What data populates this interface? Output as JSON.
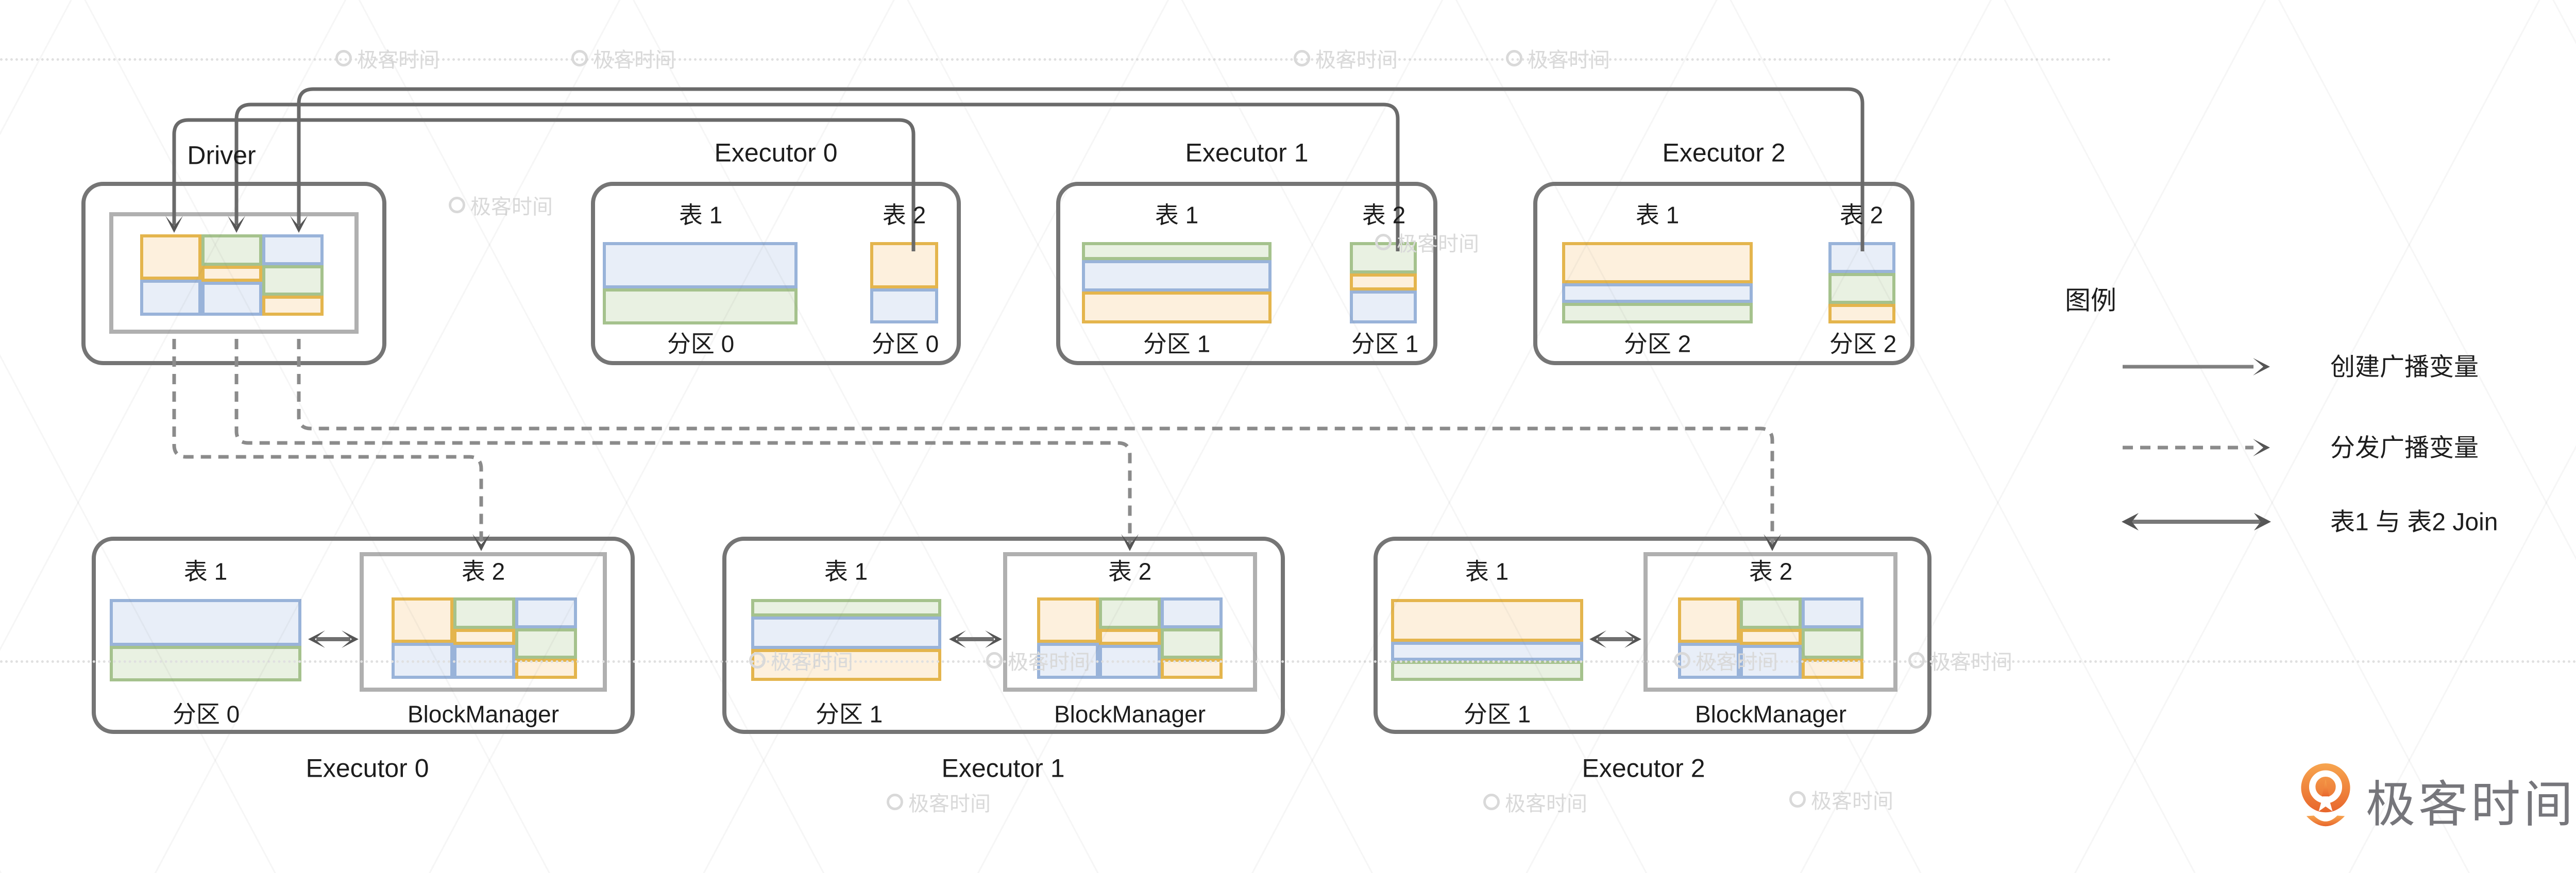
{
  "driver": {
    "title": "Driver"
  },
  "top_executors": [
    {
      "title": "Executor 0",
      "table1_label": "表 1",
      "table2_label": "表 2",
      "partition1_label": "分区 0",
      "partition2_label": "分区 0"
    },
    {
      "title": "Executor 1",
      "table1_label": "表 1",
      "table2_label": "表 2",
      "partition1_label": "分区 1",
      "partition2_label": "分区 1"
    },
    {
      "title": "Executor 2",
      "table1_label": "表 1",
      "table2_label": "表 2",
      "partition1_label": "分区 2",
      "partition2_label": "分区 2"
    }
  ],
  "bottom_executors": [
    {
      "title": "Executor 0",
      "table1_label": "表 1",
      "table2_label": "表 2",
      "partition_label": "分区 0",
      "block_manager_label": "BlockManager"
    },
    {
      "title": "Executor 1",
      "table1_label": "表 1",
      "table2_label": "表 2",
      "partition_label": "分区 1",
      "block_manager_label": "BlockManager"
    },
    {
      "title": "Executor 2",
      "table1_label": "表 1",
      "table2_label": "表 2",
      "partition_label": "分区 1",
      "block_manager_label": "BlockManager"
    }
  ],
  "legend": {
    "title": "图例",
    "items": [
      {
        "style": "solid-arrow",
        "label": "创建广播变量"
      },
      {
        "style": "dashed-arrow",
        "label": "分发广播变量"
      },
      {
        "style": "double-arrow",
        "label": "表1 与 表2 Join"
      }
    ]
  },
  "watermark": {
    "text": "极客时间"
  },
  "brand": {
    "name": "极客时间"
  },
  "colors": {
    "orange_fill": "#fdf0dd",
    "orange_border": "#e4b54d",
    "green_fill": "#e9f1e2",
    "green_border": "#a5c28d",
    "blue_fill": "#e8eef8",
    "blue_border": "#99b3d9",
    "box_border": "#757575",
    "gray_border": "#b0b0b0",
    "line": "#6a6a6a",
    "dashed": "#8b8b8b",
    "arrowhead": "#555555",
    "text": "#1d1d1d",
    "watermark": "#d9d9d9",
    "brand_orange": "#ed7b2f",
    "brand_text": "#76767b"
  }
}
